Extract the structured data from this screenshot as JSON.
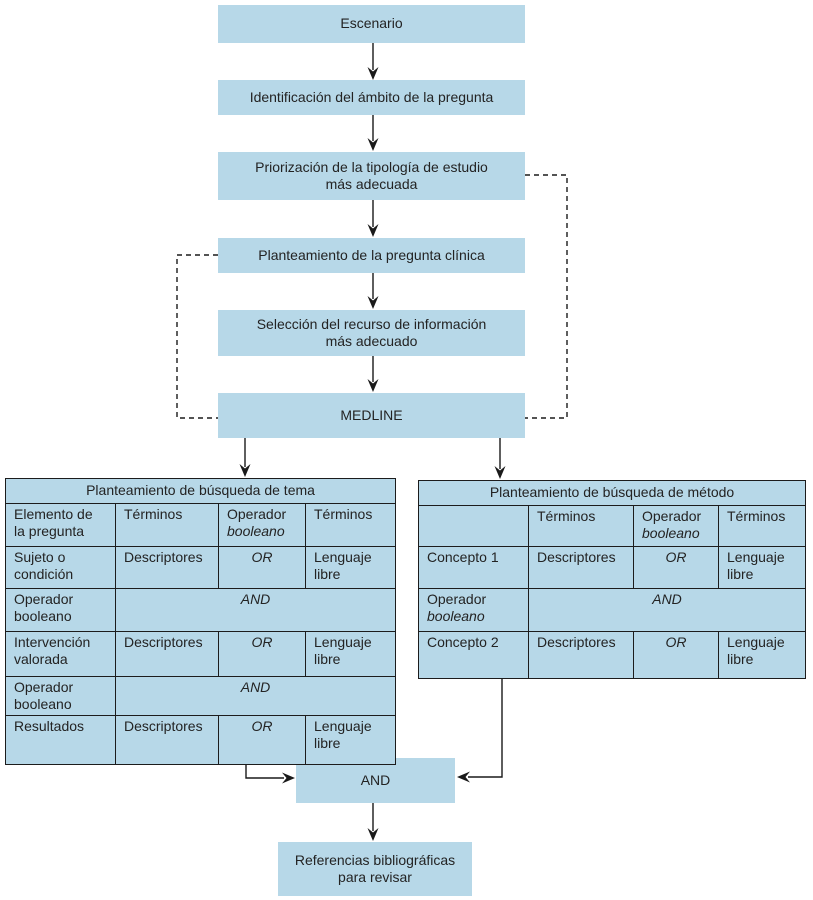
{
  "colors": {
    "box_fill": "#b7d8e8",
    "line": "#1a1a1a",
    "text": "#232323"
  },
  "flow": {
    "escenario": "Escenario",
    "identificacion": "Identificación del ámbito de la pregunta",
    "priorizacion": "Priorización de la tipología de estudio\nmás adecuada",
    "planteamiento": "Planteamiento de la pregunta clínica",
    "seleccion": "Selección del recurso de información\nmás adecuado",
    "medline": "MEDLINE",
    "and_operator": "AND",
    "referencias": "Referencias bibliográficas\npara revisar"
  },
  "left_table": {
    "title": "Planteamiento de búsqueda de tema",
    "header": {
      "col0": "Elemento de\nla pregunta",
      "col1": "Términos",
      "col2_word": "Operador",
      "col2_italic": "booleano",
      "col3": "Términos"
    },
    "rows": [
      {
        "label": "Sujeto o\ncondición",
        "terms": "Descriptores",
        "operator": "OR",
        "terms2": "Lenguaje\nlibre"
      },
      {
        "label": "Operador\nbooleano",
        "span": "AND"
      },
      {
        "label": "Intervención\nvalorada",
        "terms": "Descriptores",
        "operator": "OR",
        "terms2": "Lenguaje\nlibre"
      },
      {
        "label": "Operador\nbooleano",
        "span": "AND"
      },
      {
        "label": "Resultados",
        "terms": "Descriptores",
        "operator": "OR",
        "terms2": "Lenguaje\nlibre"
      }
    ]
  },
  "right_table": {
    "title": "Planteamiento de búsqueda de método",
    "header": {
      "col0": "",
      "col1": "Términos",
      "col2_word": "Operador",
      "col2_italic": "booleano",
      "col3": "Términos"
    },
    "rows": [
      {
        "label": "Concepto 1",
        "terms": "Descriptores",
        "operator": "OR",
        "terms2": "Lenguaje\nlibre"
      },
      {
        "label_word": "Operador",
        "label_italic": "booleano",
        "span": "AND"
      },
      {
        "label": "Concepto 2",
        "terms": "Descriptores",
        "operator": "OR",
        "terms2": "Lenguaje\nlibre"
      }
    ]
  }
}
